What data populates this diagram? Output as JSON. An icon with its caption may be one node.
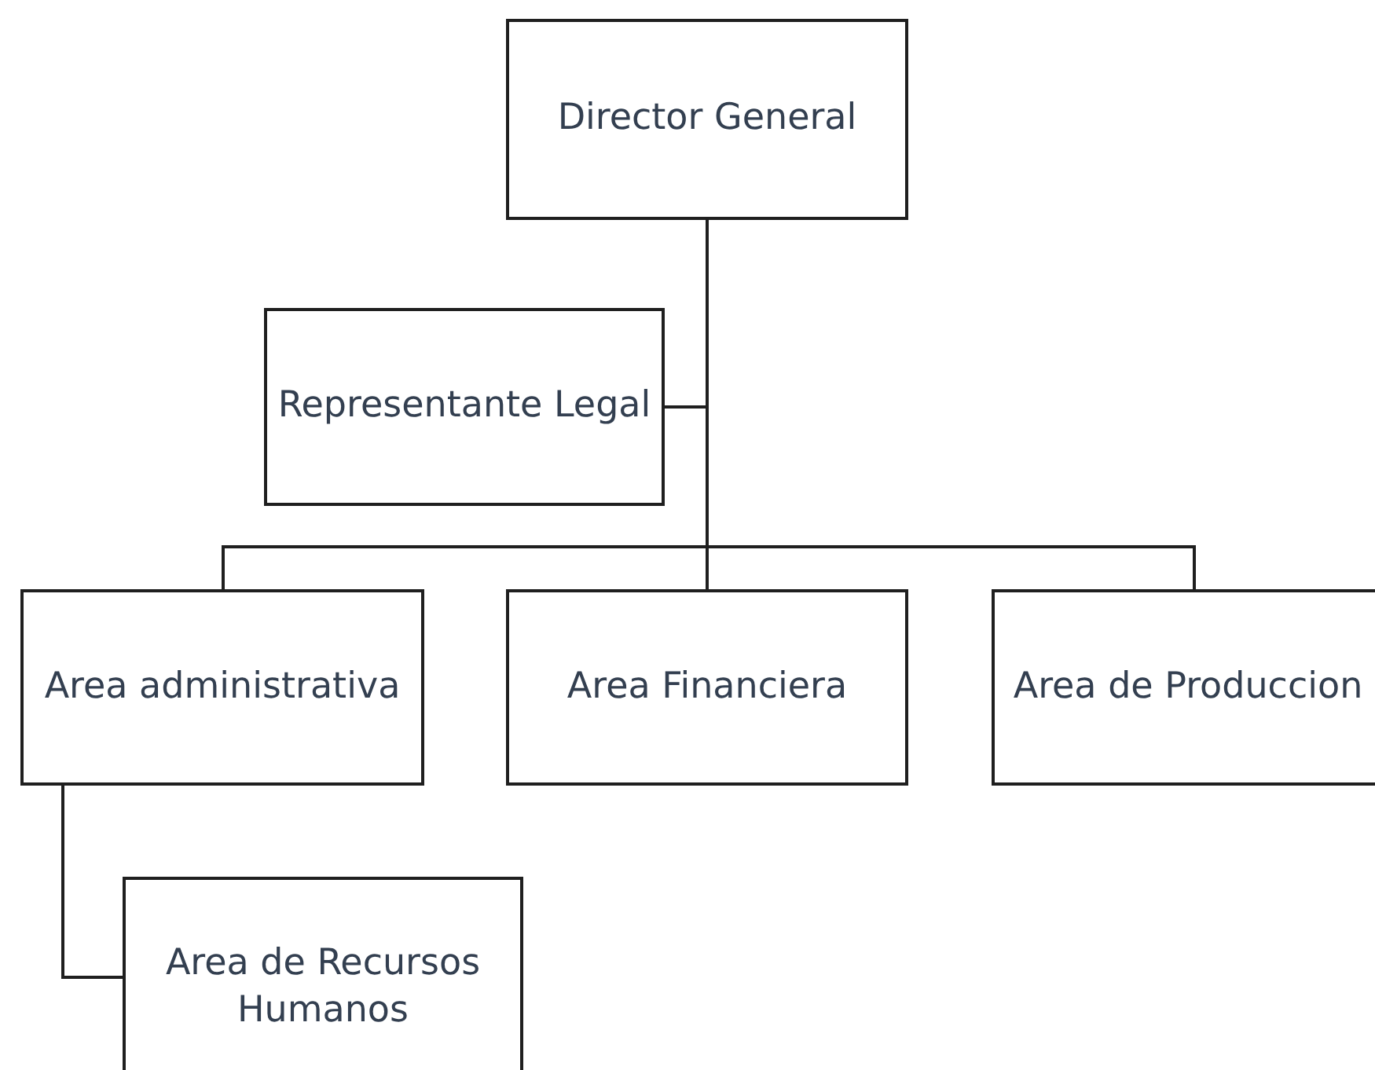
{
  "diagram": {
    "nodes": [
      {
        "text": [
          "Director General"
        ]
      },
      {
        "text": [
          "Representante Legal"
        ]
      },
      {
        "text": [
          "Area administrativa"
        ]
      },
      {
        "text": [
          "Area Financiera"
        ]
      },
      {
        "text": [
          "Area de Produccion"
        ]
      },
      {
        "text": [
          "Area de Recursos Humanos"
        ]
      }
    ],
    "edges": [
      {
        "from": 0,
        "to": 1,
        "arrow": "none"
      },
      {
        "from": 0,
        "to": 2,
        "arrow": "none"
      },
      {
        "from": 0,
        "to": 3,
        "arrow": "none"
      },
      {
        "from": 0,
        "to": 4,
        "arrow": "none"
      },
      {
        "from": 2,
        "to": 5,
        "arrow": "none"
      }
    ]
  }
}
